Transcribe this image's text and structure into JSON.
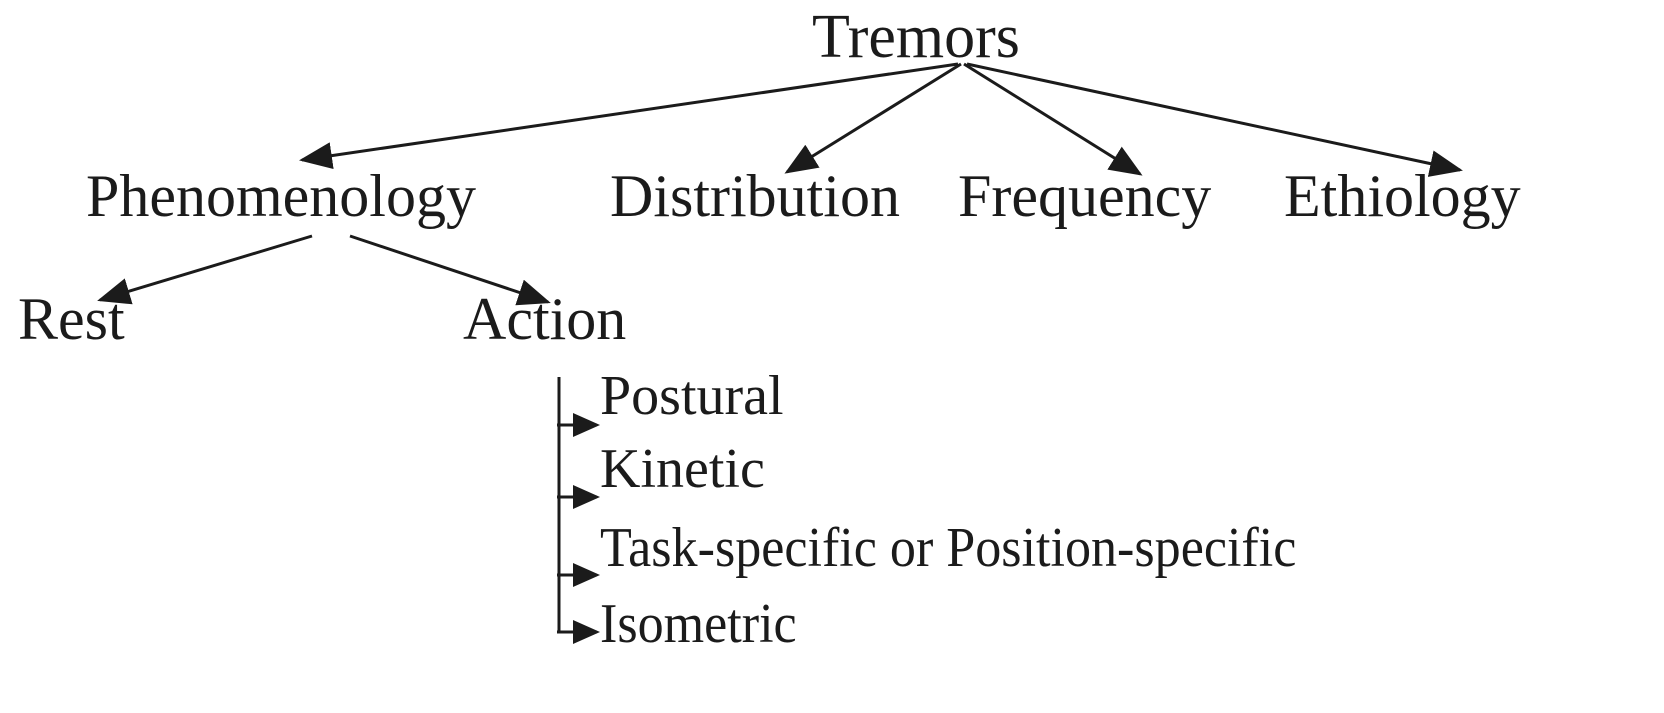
{
  "diagram": {
    "title": "Tremors",
    "type": "tree-classification",
    "background_color": "#ffffff",
    "ink_color": "#1b1b1b",
    "root": {
      "label": "Tremors"
    },
    "level1": [
      {
        "label": "Phenomenology"
      },
      {
        "label": "Distribution"
      },
      {
        "label": "Frequency"
      },
      {
        "label": "Ethiology"
      }
    ],
    "level2": [
      {
        "label": "Rest",
        "parent": "Phenomenology"
      },
      {
        "label": "Action",
        "parent": "Phenomenology"
      }
    ],
    "level3": [
      {
        "label": "Postural",
        "parent": "Action"
      },
      {
        "label": "Kinetic",
        "parent": "Action"
      },
      {
        "label": "Task-specific or Position-specific",
        "parent": "Action"
      },
      {
        "label": "Isometric",
        "parent": "Action"
      }
    ]
  }
}
